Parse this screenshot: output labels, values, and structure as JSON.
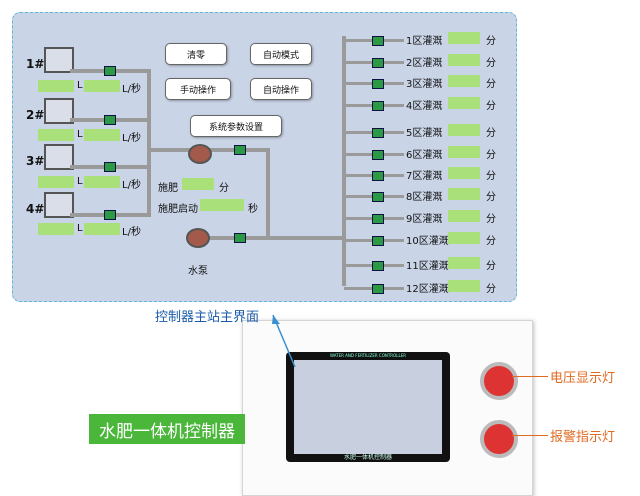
{
  "tanks": [
    {
      "label": "1#",
      "unit1": "L",
      "unit2": "L/秒"
    },
    {
      "label": "2#",
      "unit1": "L",
      "unit2": "L/秒"
    },
    {
      "label": "3#",
      "unit1": "L",
      "unit2": "L/秒"
    },
    {
      "label": "4#",
      "unit1": "L",
      "unit2": "L/秒"
    }
  ],
  "buttons": {
    "clear": "清零",
    "auto_mode": "自动模式",
    "manual": "手动操作",
    "auto_op": "自动操作",
    "params": "系统参数设置"
  },
  "fert": {
    "label": "施肥",
    "unit": "分",
    "start_label": "施肥启动",
    "start_unit": "秒"
  },
  "pump_label": "水泵",
  "zones": [
    {
      "name": "1区灌溉",
      "unit": "分"
    },
    {
      "name": "2区灌溉",
      "unit": "分"
    },
    {
      "name": "3区灌溉",
      "unit": "分"
    },
    {
      "name": "4区灌溉",
      "unit": "分"
    },
    {
      "name": "5区灌溉",
      "unit": "分"
    },
    {
      "name": "6区灌溉",
      "unit": "分"
    },
    {
      "name": "7区灌溉",
      "unit": "分"
    },
    {
      "name": "8区灌溉",
      "unit": "分"
    },
    {
      "name": "9区灌溉",
      "unit": "分"
    },
    {
      "name": "10区灌溉",
      "unit": "分"
    },
    {
      "name": "11区灌溉",
      "unit": "分"
    },
    {
      "name": "12区灌溉",
      "unit": "分"
    }
  ],
  "callouts": {
    "main_ui": "控制器主站主界面",
    "voltage": "电压显示灯",
    "alarm": "报警指示灯"
  },
  "product_name": "水肥一体机控制器",
  "device_header": "WATER AND FERTILIZER CONTROLLER",
  "device_footer": "水肥一体机控制器",
  "colors": {
    "panel": "#c9d4e6",
    "box": "#a9e07a",
    "valve": "#2c9a45",
    "callout": "#e06a20",
    "tag": "#4ab63a"
  }
}
